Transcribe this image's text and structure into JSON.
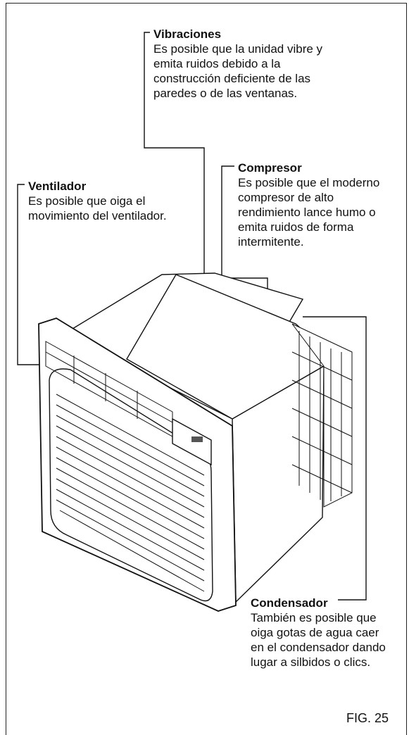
{
  "labels": {
    "vibraciones": {
      "title": "Vibraciones",
      "lines": [
        "Es posible que la unidad vibre y",
        "emita ruidos debido a la",
        "construcción deficiente de las",
        "paredes o de las ventanas."
      ]
    },
    "ventilador": {
      "title": "Ventilador",
      "lines": [
        "Es posible que oiga el",
        "movimiento del ventilador."
      ]
    },
    "compresor": {
      "title": "Compresor",
      "lines": [
        "Es posible que el moderno",
        "compresor de alto",
        "rendimiento lance humo o",
        "emita ruidos de forma",
        "intermitente."
      ]
    },
    "condensador": {
      "title": "Condensador",
      "lines": [
        "También es posible que",
        "oiga gotas de agua caer",
        "en el condensador dando",
        "lugar a silbidos o clics."
      ]
    }
  },
  "figure": "FIG. 25"
}
